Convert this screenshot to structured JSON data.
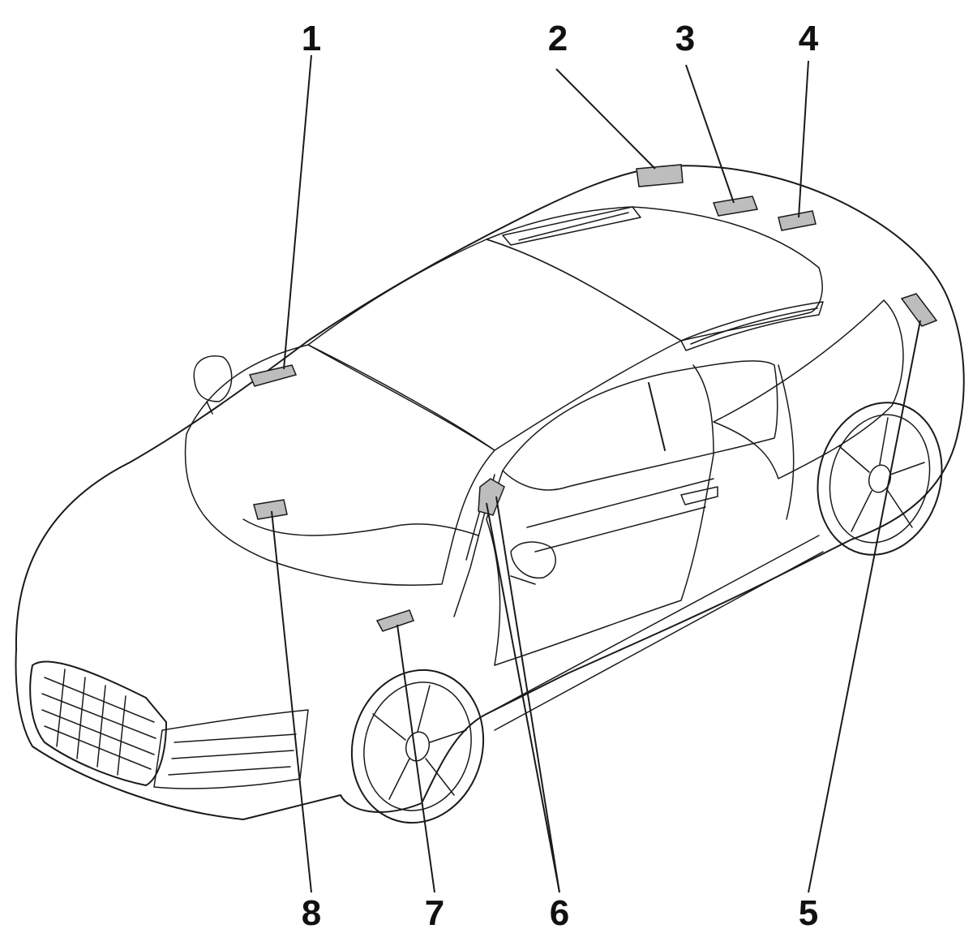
{
  "diagram": {
    "callouts": [
      {
        "id": "1",
        "label": "1"
      },
      {
        "id": "2",
        "label": "2"
      },
      {
        "id": "3",
        "label": "3"
      },
      {
        "id": "4",
        "label": "4"
      },
      {
        "id": "5",
        "label": "5"
      },
      {
        "id": "6",
        "label": "6"
      },
      {
        "id": "7",
        "label": "7"
      },
      {
        "id": "8",
        "label": "8"
      }
    ],
    "colors": {
      "line": "#1a1a1a",
      "module_fill": "#bdbdbd",
      "background": "#ffffff"
    }
  }
}
